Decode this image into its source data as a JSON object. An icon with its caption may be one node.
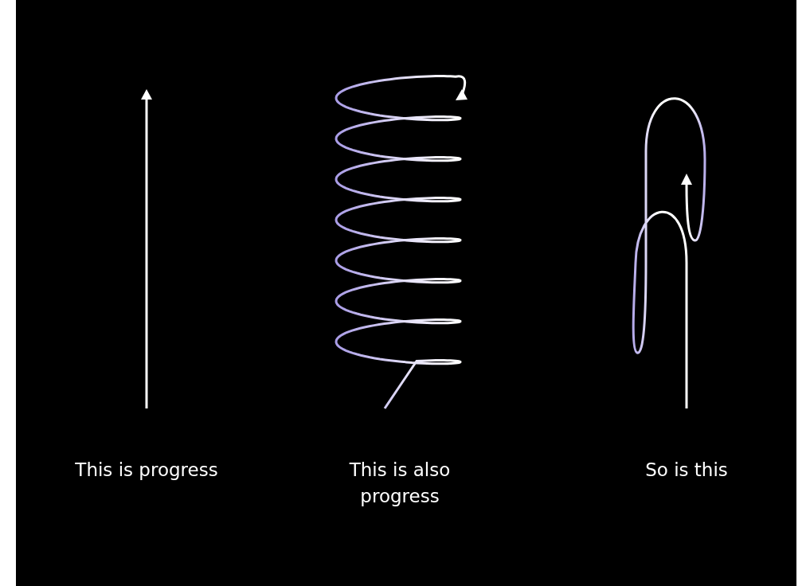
{
  "diagram": {
    "labels": [
      "This is progress",
      "This is also progress",
      "So is this"
    ]
  }
}
